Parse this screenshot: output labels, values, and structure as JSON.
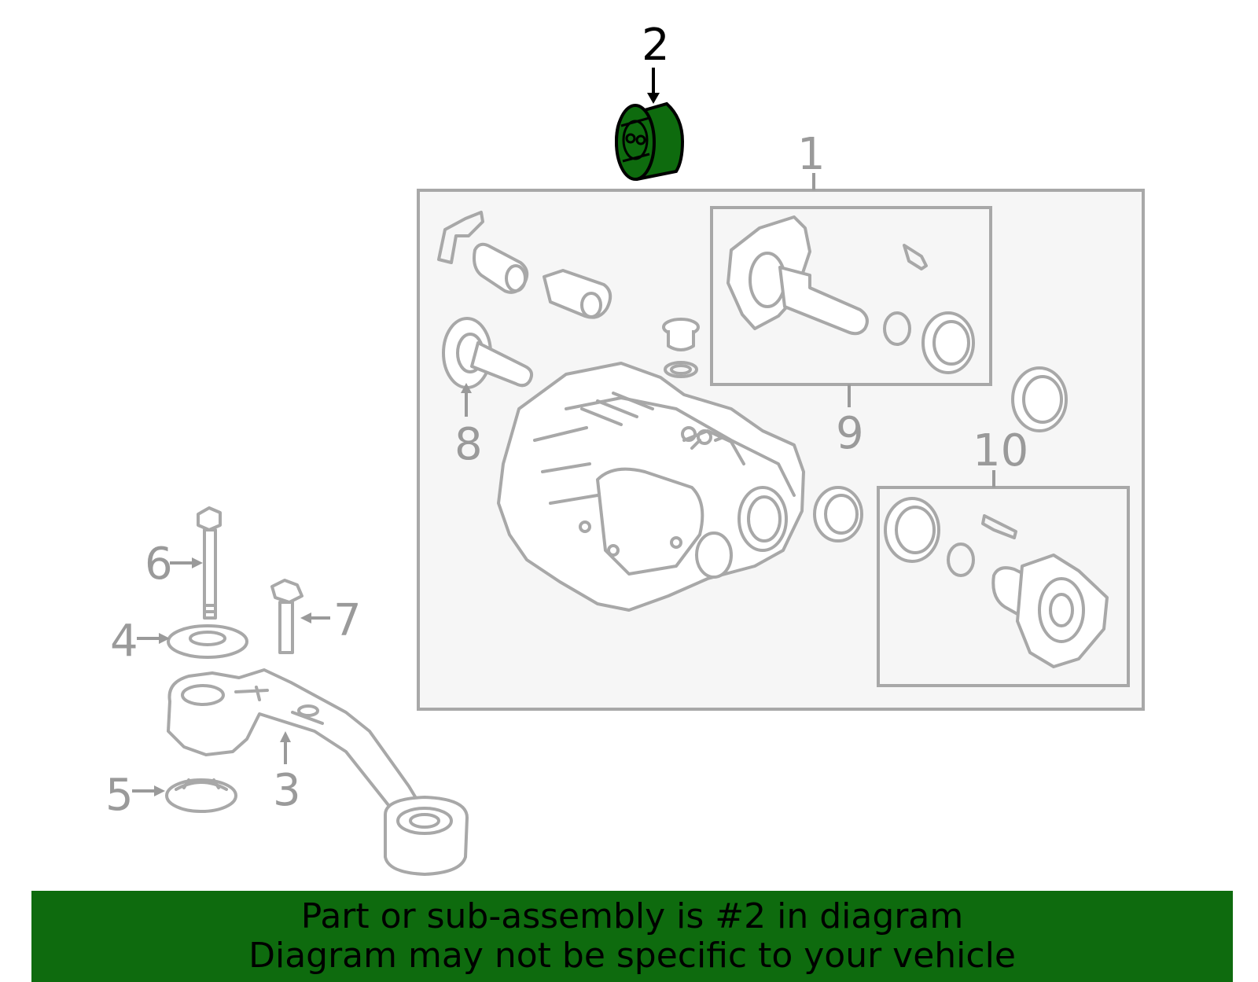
{
  "diagram": {
    "callouts": [
      {
        "id": "1",
        "label": "1"
      },
      {
        "id": "2",
        "label": "2",
        "highlighted": true
      },
      {
        "id": "3",
        "label": "3"
      },
      {
        "id": "4",
        "label": "4"
      },
      {
        "id": "5",
        "label": "5"
      },
      {
        "id": "6",
        "label": "6"
      },
      {
        "id": "7",
        "label": "7"
      },
      {
        "id": "8",
        "label": "8"
      },
      {
        "id": "9",
        "label": "9"
      },
      {
        "id": "10",
        "label": "10"
      }
    ],
    "highlight_color": "#0e6b0e",
    "line_color": "#a8a8a8",
    "assembly_box_fill": "#f6f6f6"
  },
  "banner": {
    "line1": "Part or sub-assembly is #2 in diagram",
    "line2": "Diagram may not be specific to your vehicle",
    "background": "#0e6b0e"
  }
}
